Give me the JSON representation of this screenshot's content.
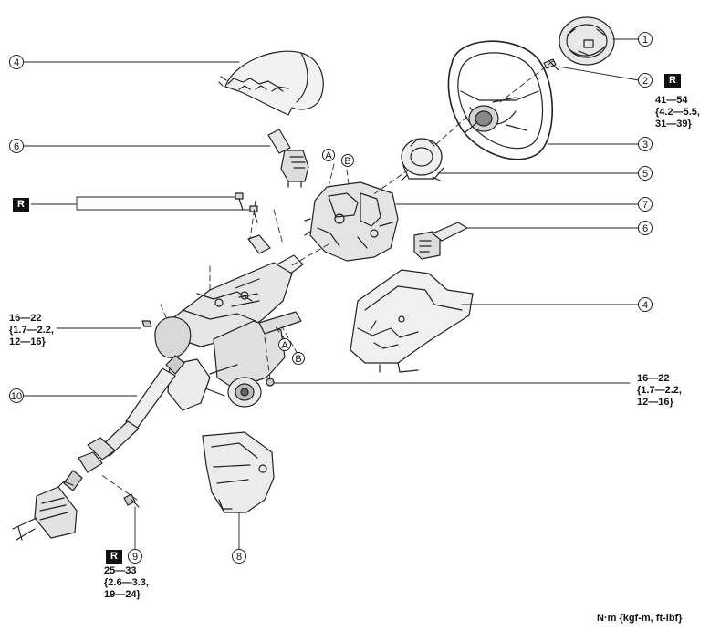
{
  "callouts": [
    {
      "id": "c1",
      "label": "1"
    },
    {
      "id": "c2",
      "label": "2"
    },
    {
      "id": "c3",
      "label": "3"
    },
    {
      "id": "c4a",
      "label": "4"
    },
    {
      "id": "c4b",
      "label": "4"
    },
    {
      "id": "c5",
      "label": "5"
    },
    {
      "id": "c6a",
      "label": "6"
    },
    {
      "id": "c6b",
      "label": "6"
    },
    {
      "id": "c7",
      "label": "7"
    },
    {
      "id": "c8",
      "label": "8"
    },
    {
      "id": "c9",
      "label": "9"
    },
    {
      "id": "c10",
      "label": "10"
    }
  ],
  "letters": [
    {
      "id": "la1",
      "label": "A"
    },
    {
      "id": "lb1",
      "label": "B"
    },
    {
      "id": "la2",
      "label": "A"
    },
    {
      "id": "lb2",
      "label": "B"
    }
  ],
  "replace_mark": "R",
  "torque": {
    "item2": "41—54\n{4.2—5.5,\n31—39}",
    "left": "16—22\n{1.7—2.2,\n12—16}",
    "right": "16—22\n{1.7—2.2,\n12—16}",
    "item9": "25—33\n{2.6—3.3,\n19—24}"
  },
  "unit_note": "N·m {kgf-m, ft-lbf}"
}
